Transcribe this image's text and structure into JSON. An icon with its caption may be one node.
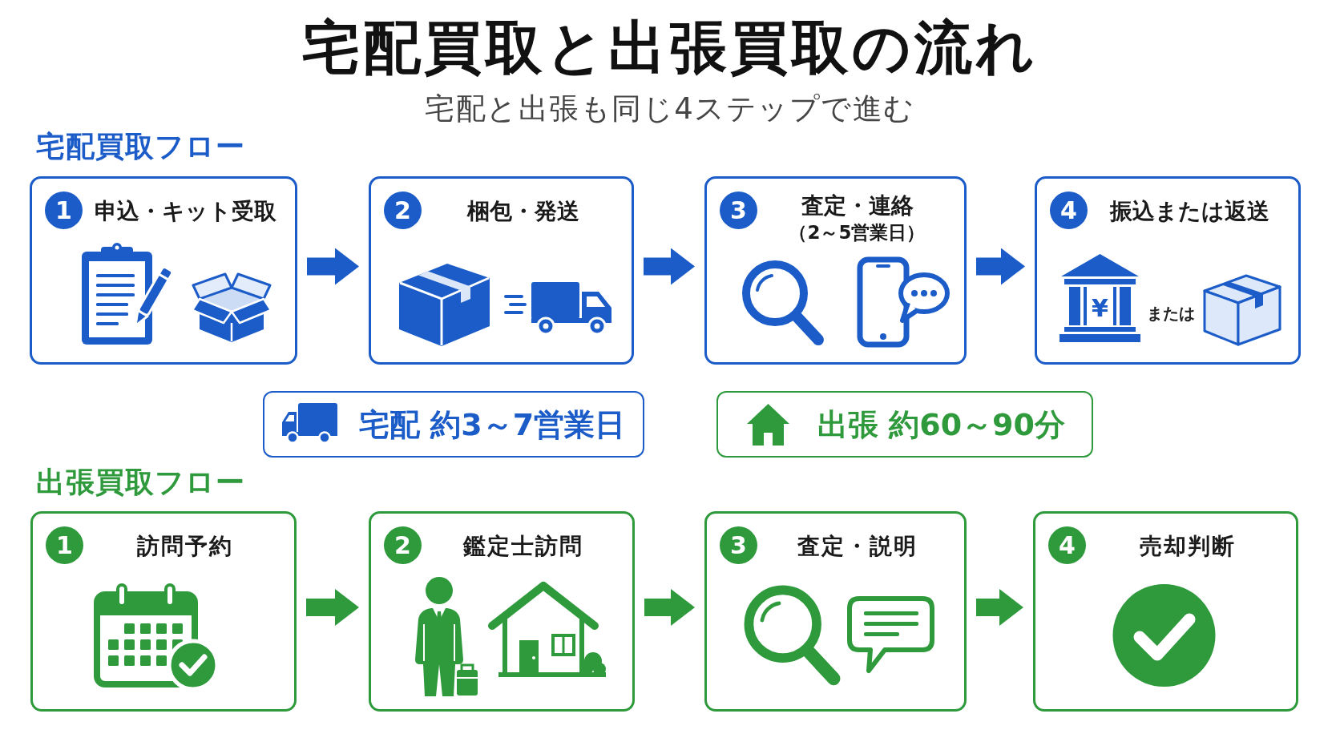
{
  "diagram": {
    "title": "宅配買取と出張買取の流れ",
    "nodes": [
      {
        "text": [
          "1",
          "申込・キット受取"
        ]
      },
      {
        "text": [
          "2",
          "梱包・発送"
        ]
      },
      {
        "text": [
          "3",
          "査定・連絡",
          "（2～5営業日）"
        ]
      },
      {
        "text": [
          "4",
          "振込または返送",
          "¥",
          "または"
        ]
      },
      {
        "text": [
          "宅配 約3～7営業日"
        ]
      },
      {
        "text": [
          "出張 約60～90分"
        ]
      },
      {
        "text": [
          "1",
          "訪問予約"
        ]
      },
      {
        "text": [
          "2",
          "鑑定士訪問"
        ]
      },
      {
        "text": [
          "3",
          "査定・説明"
        ]
      },
      {
        "text": [
          "4",
          "売却判断"
        ]
      }
    ],
    "edges": [
      {
        "from": 0,
        "to": 1,
        "arrow": "to",
        "color": "#1b5cc8"
      },
      {
        "from": 1,
        "to": 2,
        "arrow": "to",
        "color": "#1b5cc8"
      },
      {
        "from": 2,
        "to": 3,
        "arrow": "to",
        "color": "#1b5cc8"
      },
      {
        "from": 6,
        "to": 7,
        "arrow": "to",
        "color": "#2e9a3c"
      },
      {
        "from": 7,
        "to": 8,
        "arrow": "to",
        "color": "#2e9a3c"
      },
      {
        "from": 8,
        "to": 9,
        "arrow": "to",
        "color": "#2e9a3c"
      }
    ],
    "labels": [
      "宅配と出張も同じ4ステップで進む",
      "宅配買取フロー",
      "出張買取フロー"
    ]
  }
}
